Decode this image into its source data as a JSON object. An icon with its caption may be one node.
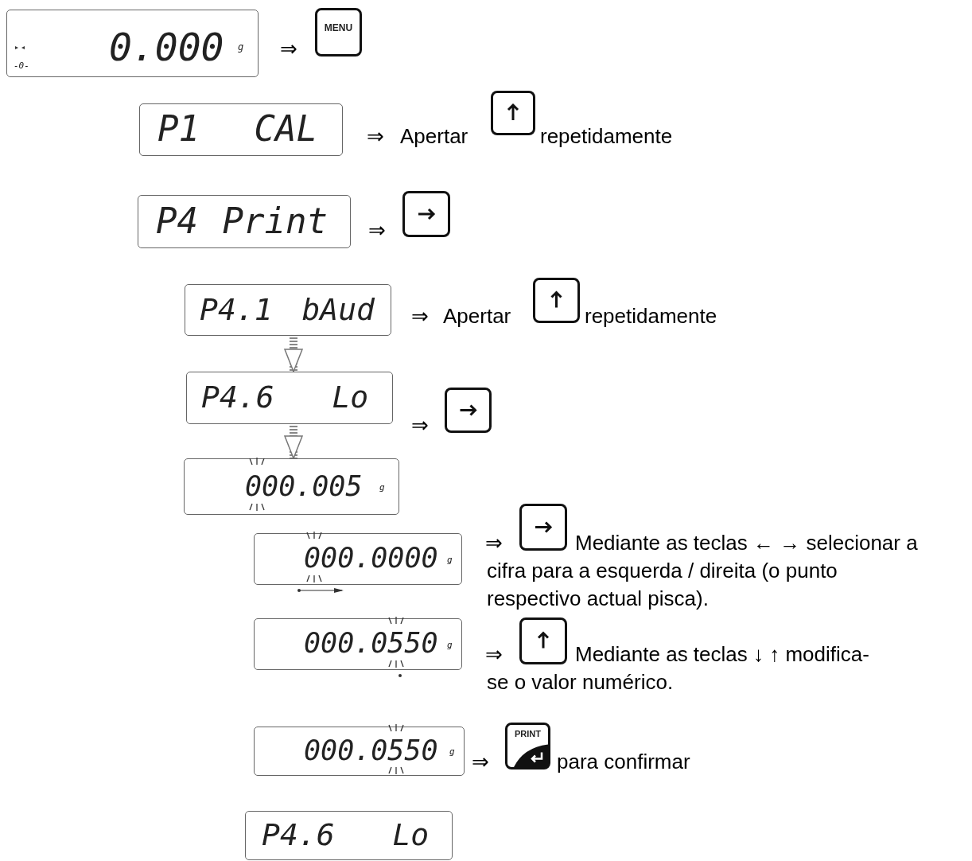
{
  "diagram": {
    "nodes": [
      {
        "text": [
          "-0-",
          "0.000",
          "g"
        ]
      },
      {
        "text": [
          "MENU"
        ]
      },
      {
        "text": [
          "P1 CAL"
        ]
      },
      {
        "text": [],
        "shape": "box"
      },
      {
        "text": [
          "P4 Print"
        ]
      },
      {
        "text": [],
        "shape": "box"
      },
      {
        "text": [
          "P4.1 bAud"
        ]
      },
      {
        "text": [],
        "shape": "box"
      },
      {
        "text": [
          "P4.6 Lo"
        ]
      },
      {
        "text": [],
        "shape": "box"
      },
      {
        "text": [
          "000.005",
          "g"
        ]
      },
      {
        "text": [
          "000.0000",
          "g"
        ]
      },
      {
        "text": [],
        "shape": "box"
      },
      {
        "text": [
          "000.0550",
          "g"
        ]
      },
      {
        "text": [],
        "shape": "box"
      },
      {
        "text": [
          "000.0550",
          "g"
        ]
      },
      {
        "text": [
          "PRINT"
        ],
        "beside": [
          "para confirmar"
        ]
      },
      {
        "text": [
          "P4.6 Lo"
        ]
      }
    ],
    "edges": [
      {
        "from": 6,
        "to": 8,
        "arrow": "to"
      },
      {
        "from": 8,
        "to": 10,
        "arrow": "to"
      }
    ],
    "labels": [
      "⇒",
      "⇒",
      "Apertar",
      "repetidamente",
      "⇒",
      "⇒",
      "Apertar",
      "repetidamente",
      "⇒",
      "⇒",
      "Mediante as teclas ← → selecionar a cifra para a esquerda / direita (o punto respectivo actual pisca).",
      "⇒",
      "Mediante as teclas ↓ ↑ modifica- se o valor numérico.",
      "⇒"
    ]
  }
}
